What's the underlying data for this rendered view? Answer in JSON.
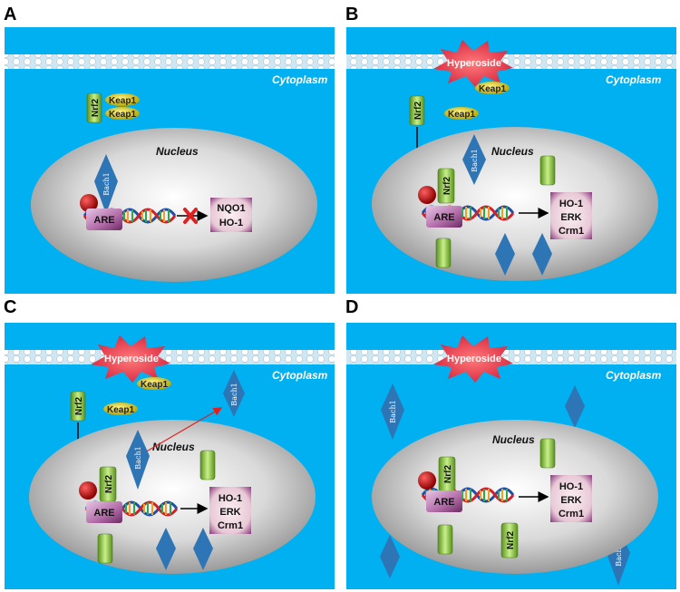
{
  "panels": [
    {
      "label": "A",
      "cytoplasm": "Cytoplasm",
      "nucleus": "Nucleus",
      "keap1": [
        "Keap1",
        "Keap1"
      ],
      "nrf2": "Nrf2",
      "bach1": "Bach1",
      "are": "ARE",
      "genes": [
        "NQO1",
        "HO-1"
      ],
      "blocked": true
    },
    {
      "label": "B",
      "hyperoside": "Hyperoside",
      "cytoplasm": "Cytoplasm",
      "nucleus": "Nucleus",
      "keap1": [
        "Keap1",
        "Keap1"
      ],
      "nrf2": "Nrf2",
      "nrf2_bound": "Nrf2",
      "bach1": "Bach1",
      "are": "ARE",
      "genes": [
        "HO-1",
        "ERK",
        "Crm1"
      ]
    },
    {
      "label": "C",
      "hyperoside": "Hyperoside",
      "cytoplasm": "Cytoplasm",
      "nucleus": "Nucleus",
      "keap1": [
        "Keap1",
        "Keap1"
      ],
      "nrf2": "Nrf2",
      "nrf2_bound": "Nrf2",
      "bach1": "Bach1",
      "bach1_exported": "Bach1",
      "are": "ARE",
      "genes": [
        "HO-1",
        "ERK",
        "Crm1"
      ]
    },
    {
      "label": "D",
      "hyperoside": "Hyperoside",
      "cytoplasm": "Cytoplasm",
      "nucleus": "Nucleus",
      "nrf2_bound": "Nrf2",
      "nrf2_free": "Nrf2",
      "bach1_cyto": [
        "Bach1",
        "Bach1"
      ],
      "are": "ARE",
      "genes": [
        "HO-1",
        "ERK",
        "Crm1"
      ]
    }
  ],
  "colors": {
    "cytoplasm_bg": "#00b0f0",
    "nucleus": "#c8c8c8",
    "keap1": "#f0e000",
    "nrf2": "#8dc63f",
    "bach1": "#2e75b6",
    "hyperoside": "#e83a4c",
    "are": "#8e3a80",
    "gene_box": "#a0609a",
    "block_x": "#e02020"
  }
}
